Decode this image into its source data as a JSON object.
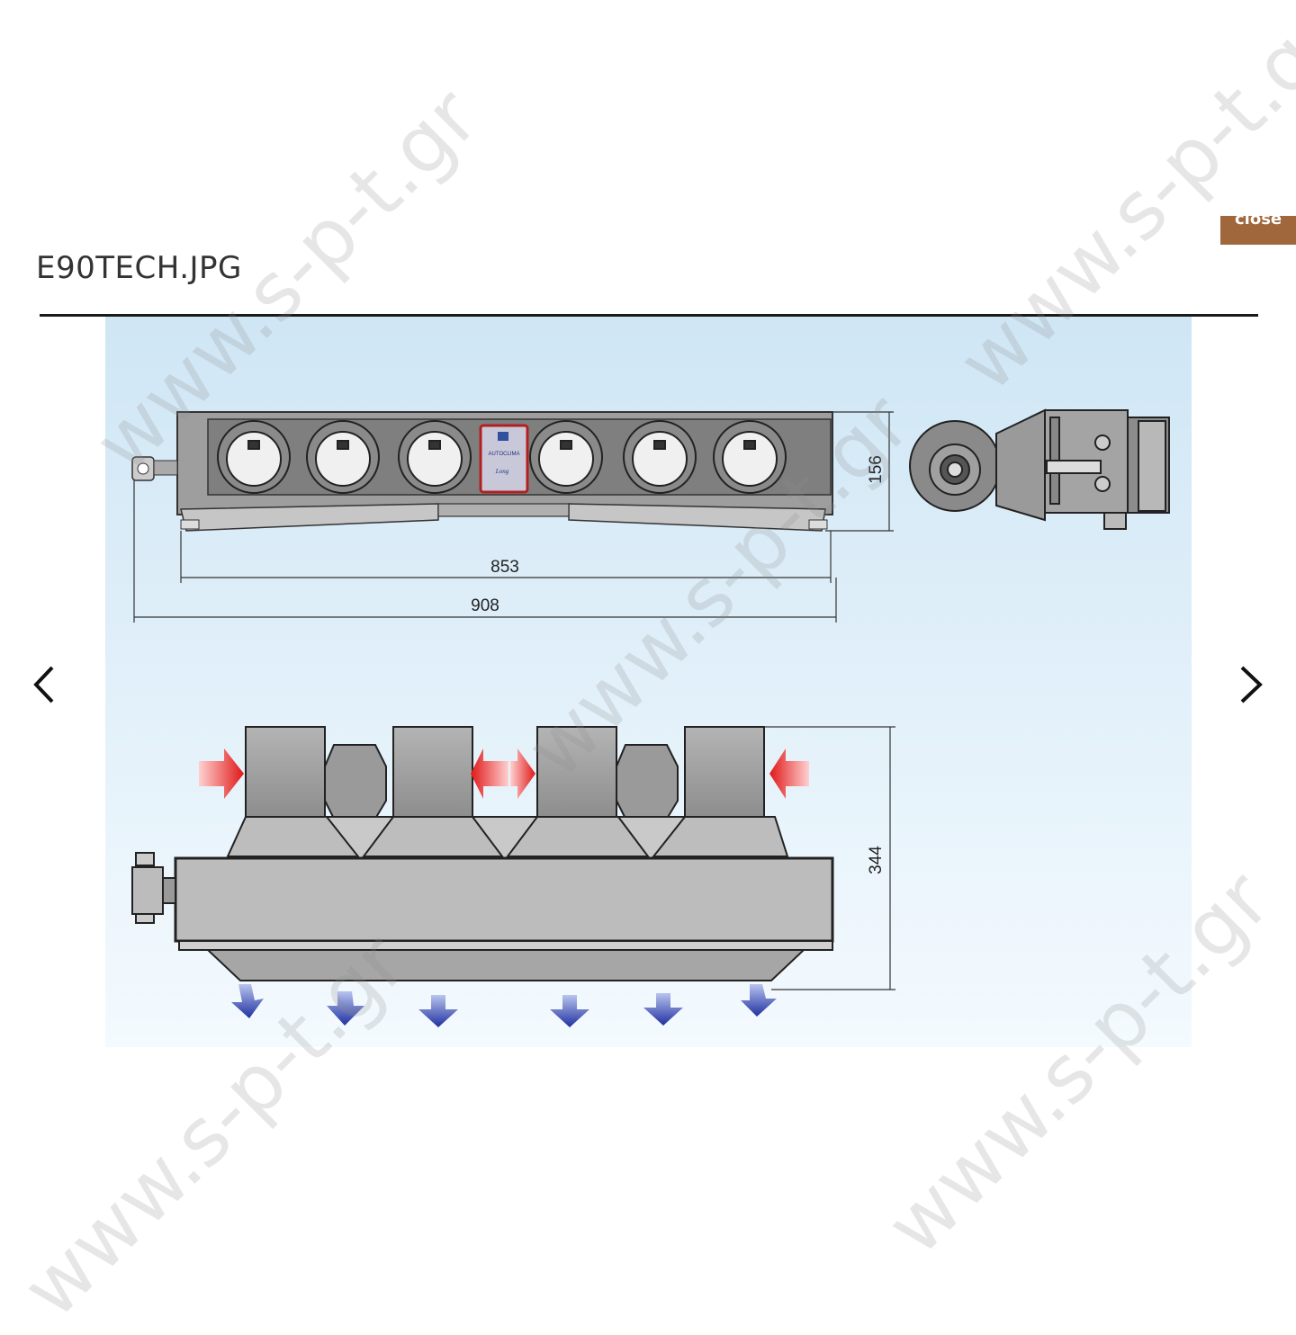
{
  "header": {
    "filename": "E90TECH.JPG",
    "close_label": "close"
  },
  "navigation": {
    "prev_icon": "chevron-left-icon",
    "next_icon": "chevron-right-icon"
  },
  "drawing": {
    "dim_height_top": "156",
    "dim_inner_width": "853",
    "dim_total_width": "908",
    "dim_height_bottom": "344",
    "brand_label": "AUTOCLIMA",
    "model_label": "Long"
  },
  "watermarks": [
    "www.s-p-t.gr",
    "www.s-p-t.gr",
    "www.s-p-t.gr",
    "www.s-p-t.gr",
    "www.s-p-t.gr"
  ],
  "colors": {
    "close_tab": "#a0663c",
    "intake_arrow": "#e02020",
    "outflow_arrow": "#2838a8",
    "unit_fill": "#9a9a9a"
  }
}
